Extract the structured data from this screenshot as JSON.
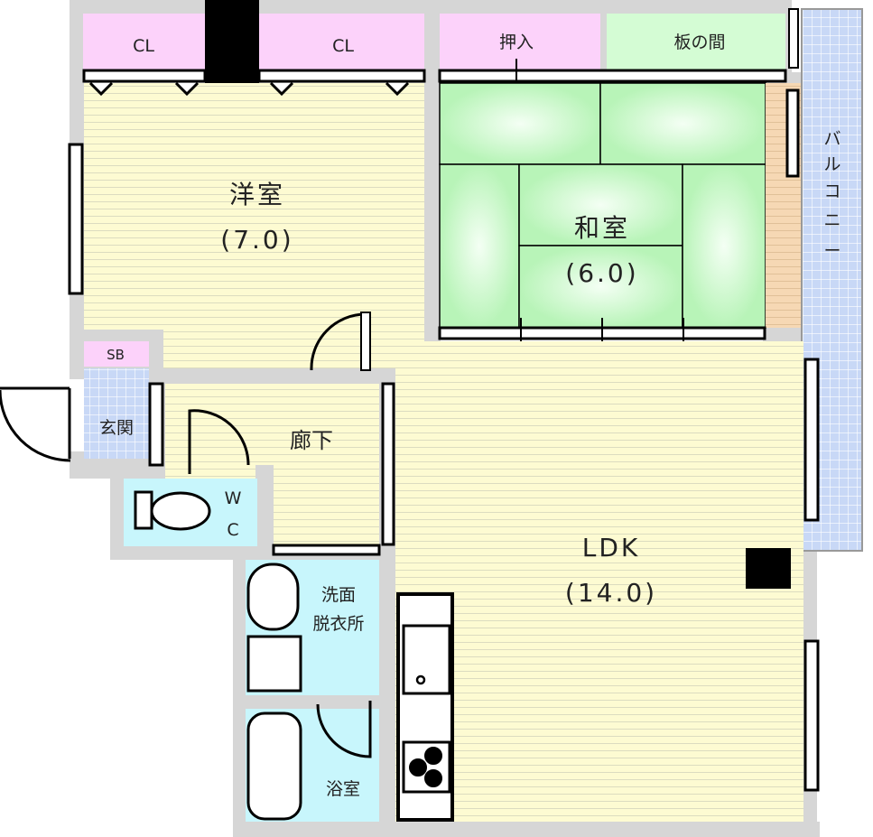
{
  "rooms": {
    "western": {
      "name": "洋室",
      "size": "(7.0)"
    },
    "japanese": {
      "name": "和室",
      "size": "(6.0)"
    },
    "ldk": {
      "name": "LDK",
      "size": "(14.0)"
    },
    "hallway": "廊下",
    "entrance": "玄関",
    "wc_w": "W",
    "wc_c": "C",
    "washroom_1": "洗面",
    "washroom_2": "脱衣所",
    "bath": "浴室",
    "balcony": [
      "バ",
      "ル",
      "コ",
      "ニ",
      "ー"
    ],
    "closet1": "CL",
    "closet2": "CL",
    "oshiire": "押入",
    "itanoma": "板の間",
    "shoe_box": "SB"
  },
  "colors": {
    "wall": "#d6d6d6",
    "floor": "#fdfbd2",
    "closet": "#fcd2fa",
    "tatami": "#c8fac8",
    "wet": "#c8f6fc",
    "tile": "#c8d8f6",
    "wood": "#f6d8b4"
  }
}
